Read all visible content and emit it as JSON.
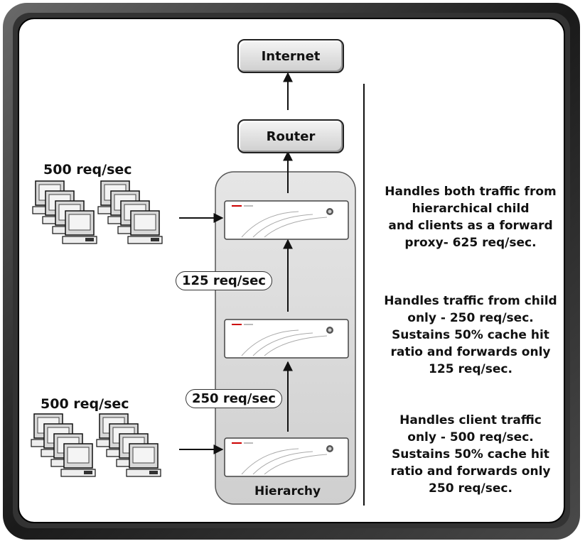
{
  "nodes": {
    "internet_label": "Internet",
    "router_label": "Router",
    "hierarchy_label": "Hierarchy"
  },
  "clients": {
    "top_rate": "500 req/sec",
    "bottom_rate": "500 req/sec"
  },
  "links": {
    "upper_rate": "125 req/sec",
    "lower_rate": "250 req/sec"
  },
  "descriptions": {
    "top": "Handles both traffic from\nhierarchical child\nand clients as a forward\nproxy- 625 req/sec.",
    "middle": "Handles traffic from child\nonly - 250 req/sec.\nSustains 50% cache hit\nratio and forwards only\n125 req/sec.",
    "bottom": "Handles client traffic\nonly - 500 req/sec.\nSustains 50% cache hit\nratio and forwards only\n250 req/sec."
  },
  "colors": {
    "frame_dark": "#2a2a2a",
    "panel": "#ffffff",
    "hierarchy_fill": "#d9d9d9"
  }
}
